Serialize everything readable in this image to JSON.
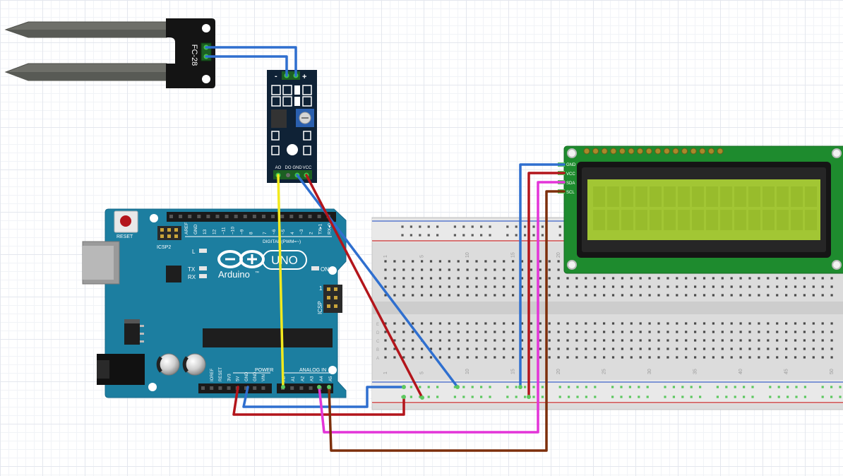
{
  "sensor_probe": {
    "label": "FC-28"
  },
  "sensor_module": {
    "minus_label": "-",
    "plus_label": "+",
    "pins": [
      "AO",
      "DO",
      "GND",
      "VCC"
    ]
  },
  "arduino": {
    "reset_label": "RESET",
    "icsp2_label": "ICSP2",
    "led_labels": {
      "l": "L",
      "tx": "TX",
      "rx": "RX",
      "on": "ON"
    },
    "logo_text": "Arduino",
    "trademark": "™",
    "uno_label": "UNO",
    "digital_header_label": "DIGITAL (PWM=~)",
    "digital_pins": [
      "AREF",
      "GND",
      "13",
      "12",
      "~11",
      "~10",
      "~9",
      "8",
      "7",
      "~6",
      "~5",
      "4",
      "~3",
      "2",
      "TX▸1",
      "RX◂0"
    ],
    "icsp_label": "ICSP",
    "icsp_pin_one": "1",
    "power_label": "POWER",
    "power_pins": [
      "IOREF",
      "RESET",
      "3V3",
      "5V",
      "GND",
      "GND",
      "VIN"
    ],
    "analog_label": "ANALOG IN",
    "analog_pins": [
      "A0",
      "A1",
      "A2",
      "A3",
      "A4",
      "A5"
    ]
  },
  "lcd": {
    "pins": [
      "GND",
      "VCC",
      "SDA",
      "SCL"
    ]
  },
  "breadboard": {
    "column_numbers_top": [
      "1",
      "5",
      "10",
      "15",
      "20"
    ],
    "column_numbers_bottom": [
      "1",
      "5",
      "10",
      "15",
      "20",
      "25",
      "30",
      "35",
      "40",
      "45",
      "50"
    ],
    "row_letters": [
      "A",
      "B",
      "C",
      "D",
      "E"
    ]
  },
  "colors": {
    "board": "#1c7ea0",
    "module": "#0f2236",
    "lcd_pcb": "#1e8b2e",
    "lcd_screen": "#a2c634",
    "wire_blue": "#2f6fcf",
    "wire_red": "#b3151b",
    "wire_yellow": "#f2ea1e",
    "wire_magenta": "#e334d8",
    "wire_brown": "#7d2f0b"
  }
}
